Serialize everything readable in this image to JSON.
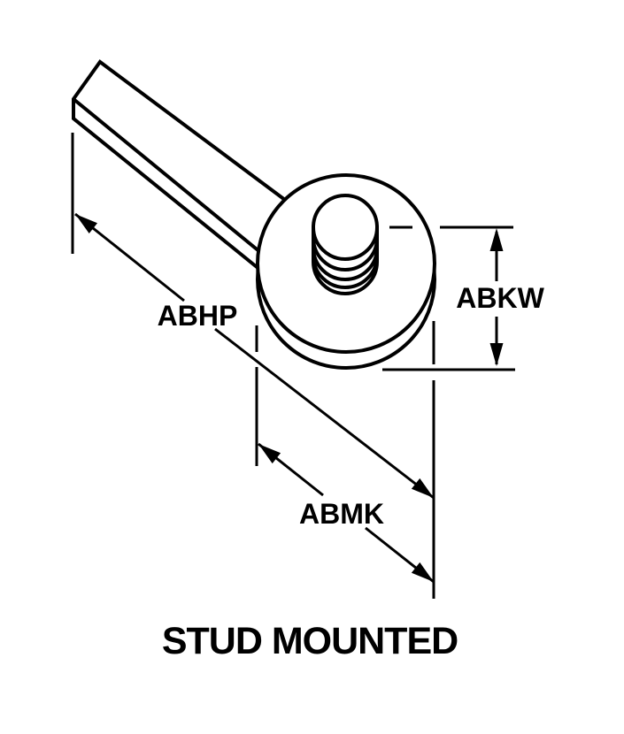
{
  "diagram": {
    "type": "technical-line-drawing",
    "title": "STUD MOUNTED",
    "labels": {
      "abhp": "ABHP",
      "abkw": "ABKW",
      "abmk": "ABMK"
    },
    "parts": {
      "handle": "handle-bar",
      "disk": "mounting-disk",
      "stud": "threaded-stud"
    },
    "colors": {
      "line": "#000000",
      "background": "#ffffff"
    }
  }
}
